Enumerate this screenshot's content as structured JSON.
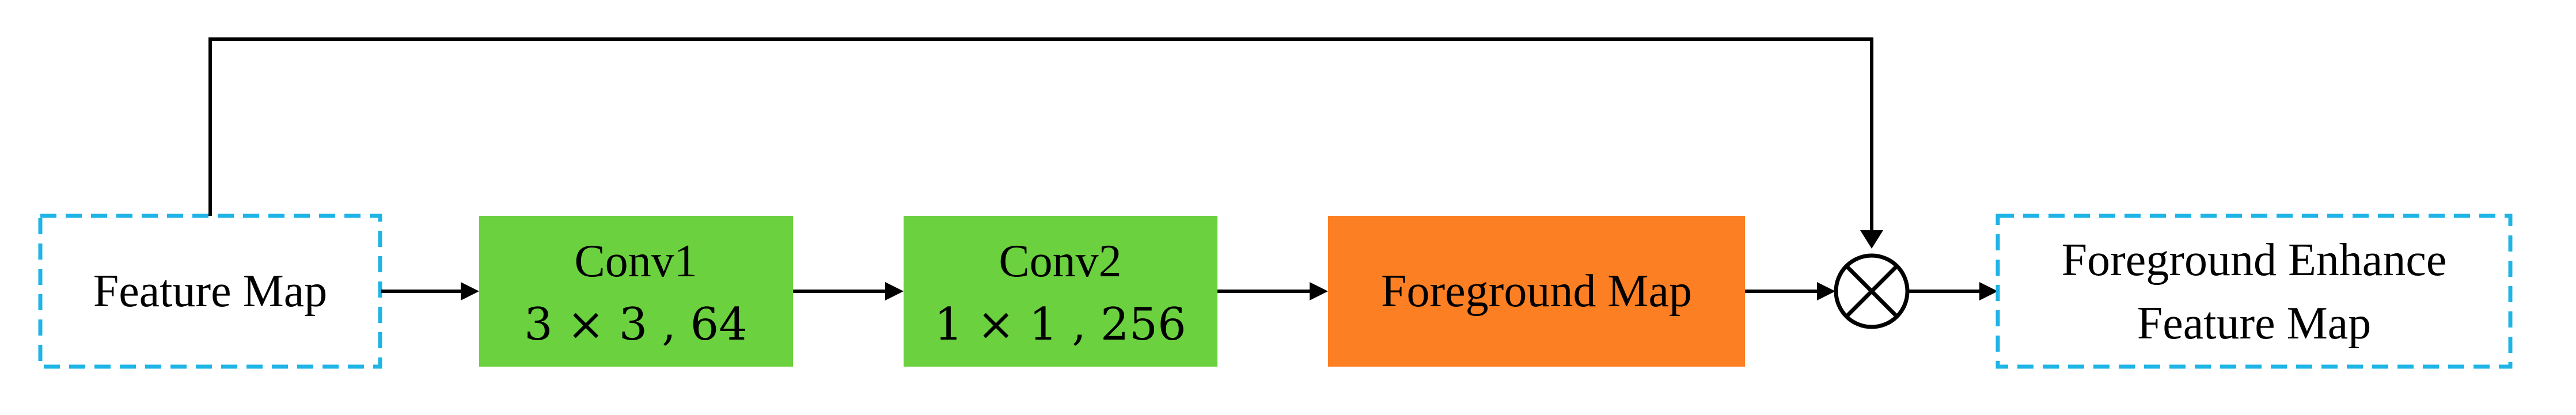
{
  "nodes": {
    "feature_map": {
      "label": "Feature Map"
    },
    "conv1": {
      "line1": "Conv1",
      "line2": "3 × 3 , 64"
    },
    "conv2": {
      "line1": "Conv2",
      "line2": "1 × 1 , 256"
    },
    "foreground_map": {
      "label": "Foreground Map"
    },
    "output": {
      "line1": "Foreground Enhance",
      "line2": "Feature Map"
    }
  },
  "operator": {
    "symbol": "multiply-circle-icon"
  },
  "colors": {
    "dashed_border": "#1fb4e6",
    "conv_fill": "#6bd13f",
    "foreground_fill": "#fd7f23",
    "line": "#000000"
  }
}
